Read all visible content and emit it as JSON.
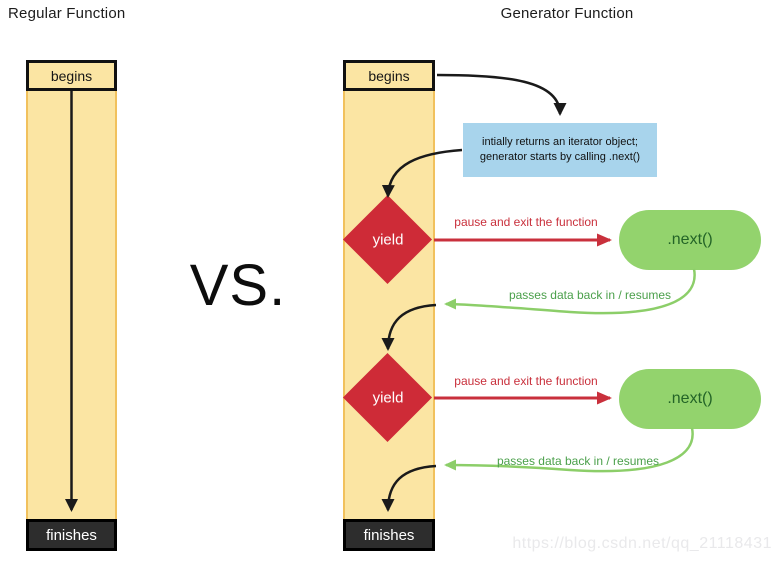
{
  "titles": {
    "left": "Regular Function",
    "right": "Generator Function",
    "versus": "VS."
  },
  "regular_flow": {
    "begins_label": "begins",
    "finishes_label": "finishes"
  },
  "generator_flow": {
    "begins_label": "begins",
    "finishes_label": "finishes",
    "note_line1": "intially returns an iterator object;",
    "note_line2": "generator starts by calling .next()",
    "yield_1_label": "yield",
    "yield_2_label": "yield",
    "next_1_label": ".next()",
    "next_2_label": ".next()",
    "pause_label_1": "pause and exit the function",
    "pause_label_2": "pause and exit the function",
    "resume_label_1": "passes data back in / resumes",
    "resume_label_2": "passes data back in / resumes"
  },
  "watermark": "https://blog.csdn.net/qq_21118431",
  "colors": {
    "band_fill": "#FBE5A3",
    "band_border": "#F1C15D",
    "terminal_dark_fill": "#2D2D2D",
    "diamond_red": "#CE2B37",
    "red_edge": "#C9303C",
    "pill_green": "#93D36D",
    "pill_text_green": "#236427",
    "green_edge": "#8CCE69",
    "green_label": "#4BA04B",
    "note_blue": "#A8D4EC",
    "black_edge": "#1a1a1a",
    "watermark_gray": "#E9E9EB"
  }
}
